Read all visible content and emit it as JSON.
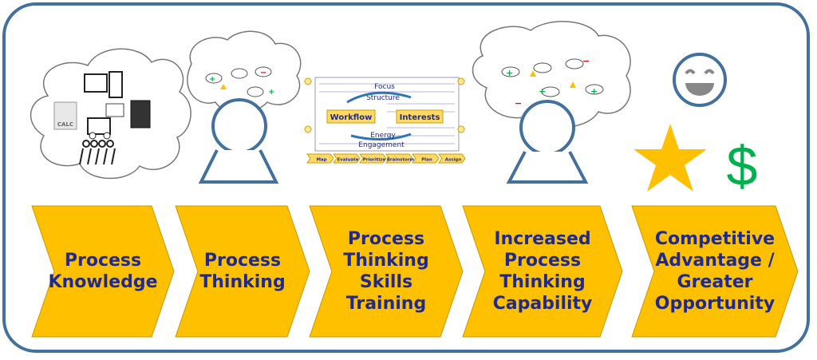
{
  "steps": [
    {
      "label": "Process Knowledge"
    },
    {
      "label": "Process Thinking"
    },
    {
      "label": "Process Thinking Skills Training"
    },
    {
      "label": "Increased Process Thinking Capability"
    },
    {
      "label": "Competitive Advantage / Greater Opportunity"
    }
  ],
  "knowledge_cloud": {
    "calc_label": "CALC",
    "icons": [
      "computer-icon",
      "spreadsheet-icon",
      "forklift-icon",
      "building-icon",
      "people-group-icon"
    ]
  },
  "training_graphic": {
    "workflow": "Workflow",
    "interests": "Interests",
    "focus": "Focus",
    "structure": "Structure",
    "energy": "Energy",
    "engagement": "Engagement",
    "phases": [
      "Map",
      "Evaluate",
      "Prioritize",
      "Brainstorm",
      "Plan",
      "Assign"
    ]
  },
  "colors": {
    "chevron": "#FFC000",
    "chevron_border": "#C99700",
    "text": "#1F2A8C",
    "frame": "#41719C",
    "person": "#41719C",
    "star": "#FFC000",
    "dollar": "#00B050"
  },
  "outcome": {
    "dollar": "$"
  }
}
